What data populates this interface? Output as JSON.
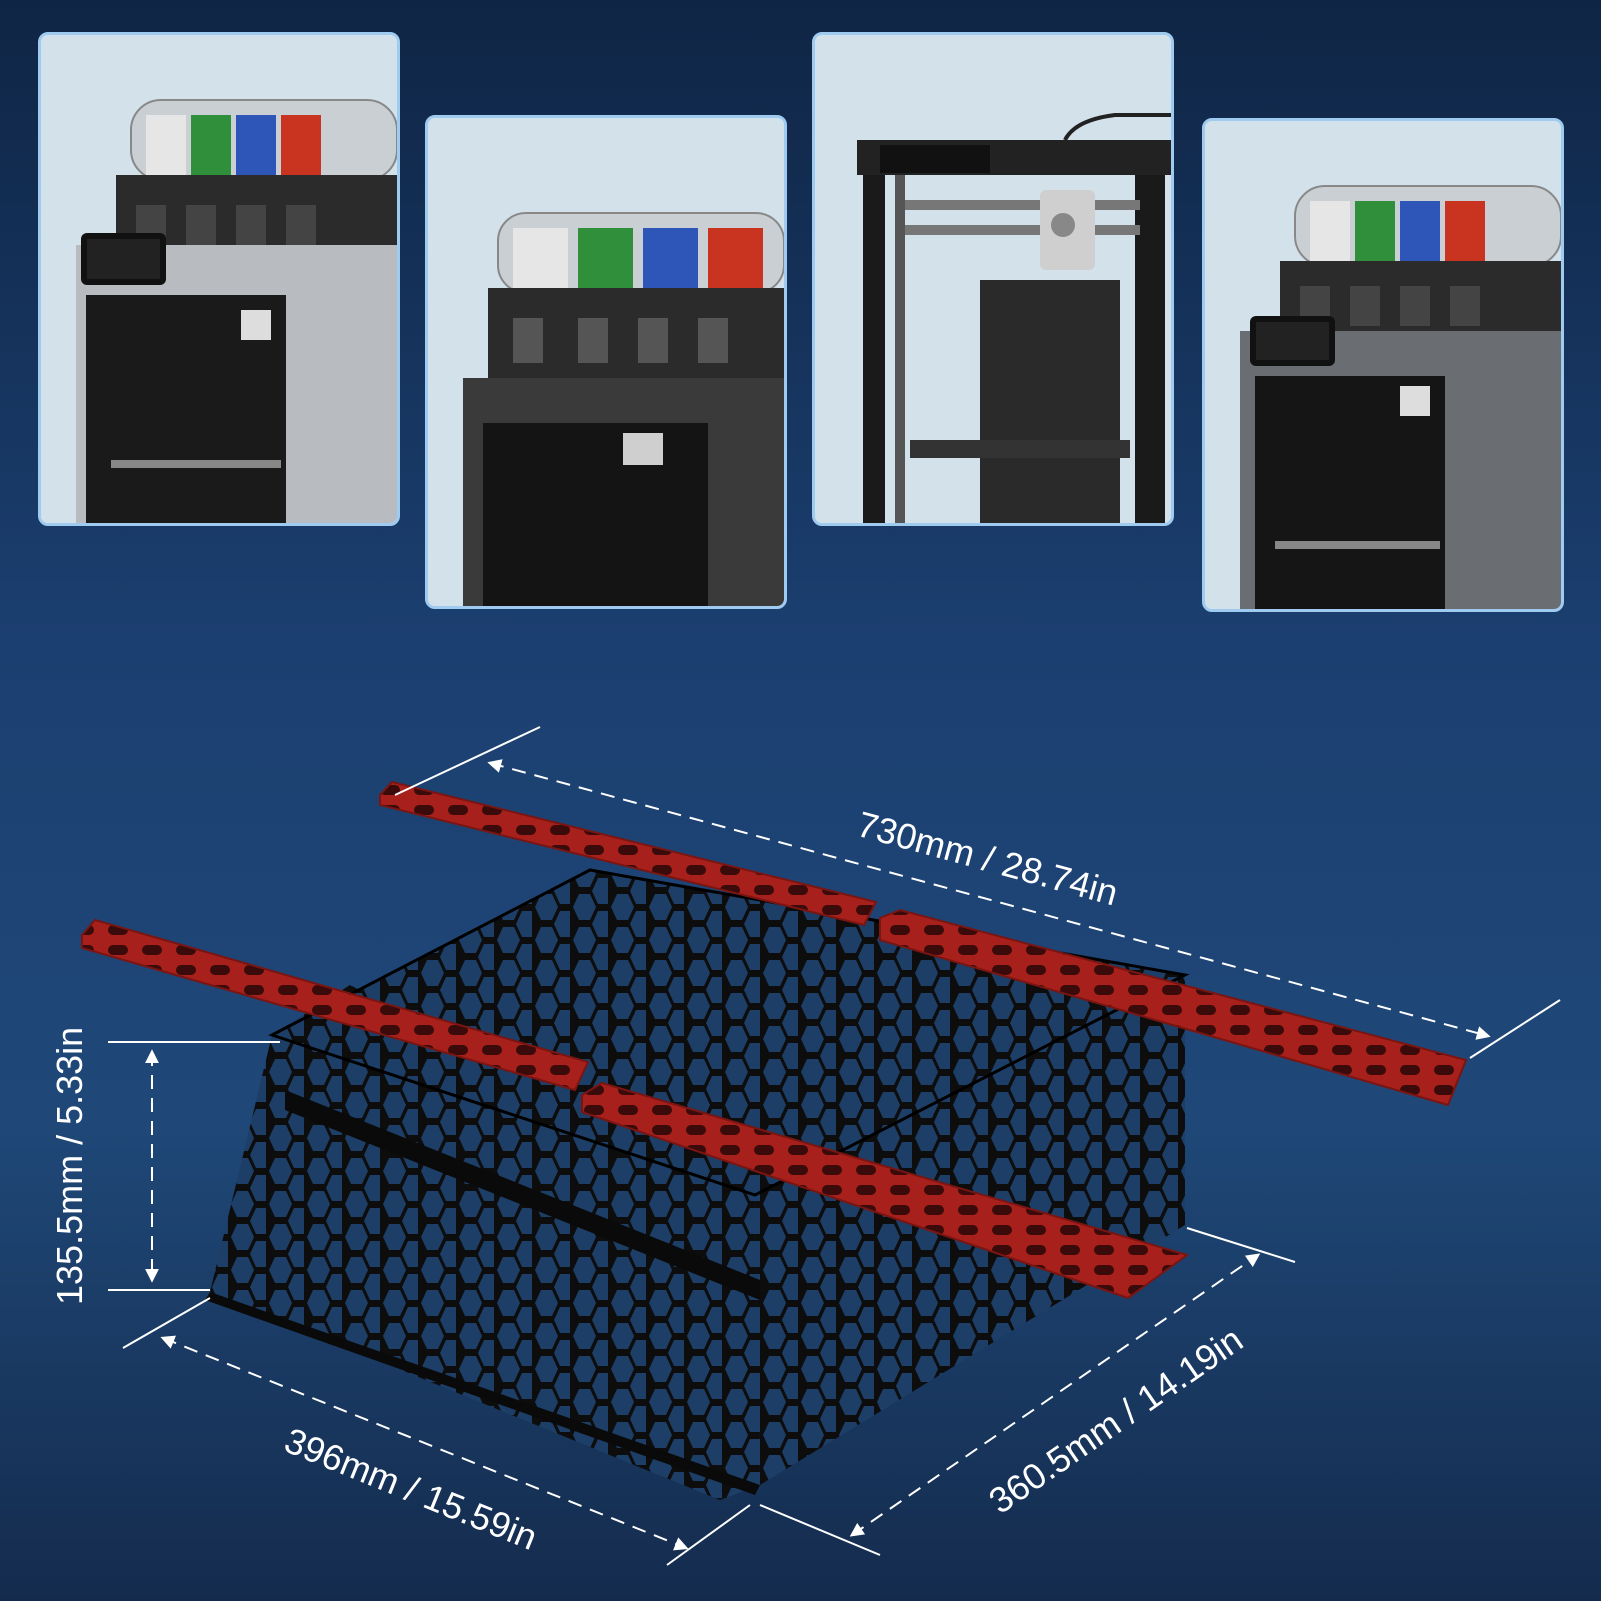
{
  "photos": [
    {
      "subject": "printer-with-filament-box-front"
    },
    {
      "subject": "printer-with-filament-box-side"
    },
    {
      "subject": "open-frame-printer"
    },
    {
      "subject": "printer-with-filament-box-right"
    }
  ],
  "dimensions": {
    "length": "730mm / 28.74in",
    "height": "135.5mm / 5.33in",
    "width": "396mm / 15.59in",
    "depth": "360.5mm / 14.19in"
  },
  "colors": {
    "background": "#1b3f70",
    "card_border": "#9ecbef",
    "rail": "#a8201c",
    "frame": "#111111",
    "filament": [
      "#e0e0e0",
      "#2f8f3a",
      "#2d56b8",
      "#c8341f"
    ]
  }
}
